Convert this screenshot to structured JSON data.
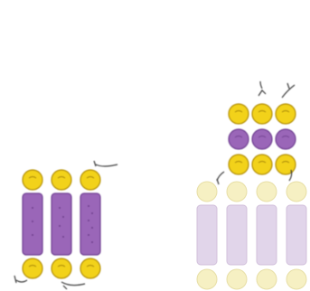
{
  "colors": {
    "background": "#ffffff",
    "yellow_fill": "#f2d21a",
    "yellow_stroke": "#b38f06",
    "yellow_pale": "#f3ecb0",
    "purple_fill": "#9a66b8",
    "purple_stroke": "#6f3f91",
    "purple_pale": "#d8c8e4",
    "arrow": "#3a3a3a"
  },
  "panels": {
    "left": {
      "label": "left-column-assembly",
      "bead_count_top": 3,
      "rod_count": 3,
      "bead_count_bottom": 3
    },
    "right": {
      "label": "right-stacked-assembly",
      "stack_rows": [
        "yellow",
        "purple",
        "yellow"
      ],
      "stack_columns": 3,
      "faded_columns": 4
    }
  },
  "icons": {
    "yellow_bead": "yellow-bead-icon",
    "purple_bead": "purple-bead-icon",
    "rod": "purple-rod-icon",
    "arrow": "curved-arrow-icon"
  }
}
